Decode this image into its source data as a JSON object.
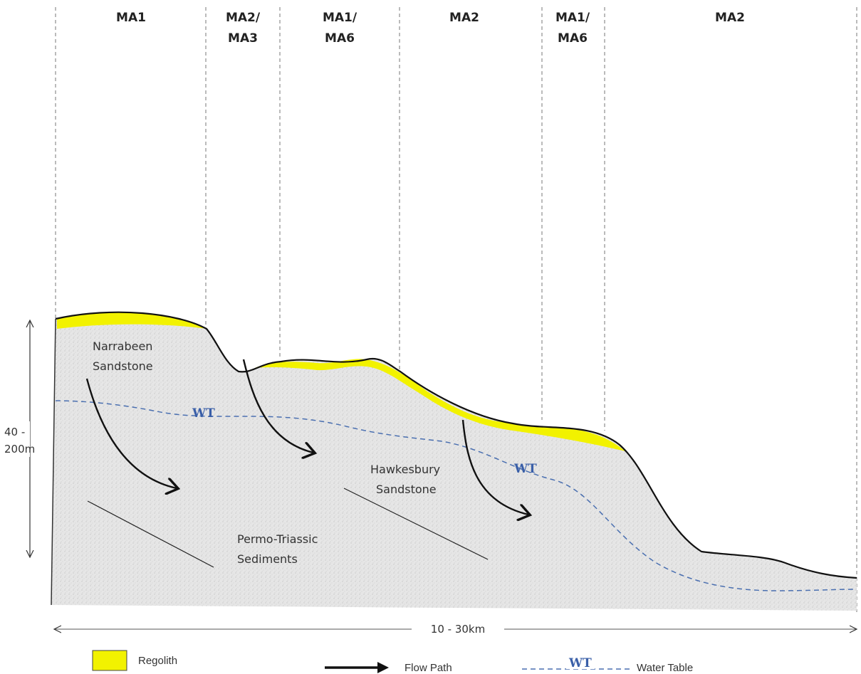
{
  "zones": [
    {
      "lines": [
        "MA1"
      ]
    },
    {
      "lines": [
        "MA2/",
        "MA3"
      ]
    },
    {
      "lines": [
        "MA1/",
        "MA6"
      ]
    },
    {
      "lines": [
        "MA2"
      ]
    },
    {
      "lines": [
        "MA1/",
        "MA6"
      ]
    },
    {
      "lines": [
        "MA2"
      ]
    }
  ],
  "units": {
    "narrabeen": [
      "Narrabeen",
      "Sandstone"
    ],
    "hawkesbury": [
      "Hawkesbury",
      "Sandstone"
    ],
    "permo": [
      "Permo-Triassic",
      "Sediments"
    ]
  },
  "water_table_label": "WT",
  "dimensions": {
    "height": [
      "40 -",
      "200m"
    ],
    "width": "10 - 30km"
  },
  "legend": {
    "regolith": "Regolith",
    "flow_path": "Flow Path",
    "water_table_symbol": "WT",
    "water_table": "Water Table"
  },
  "colors": {
    "regolith": "#f2f200",
    "rock_fill": "#e6e6e6",
    "water_table": "#4a6fb0",
    "outline": "#111111"
  }
}
